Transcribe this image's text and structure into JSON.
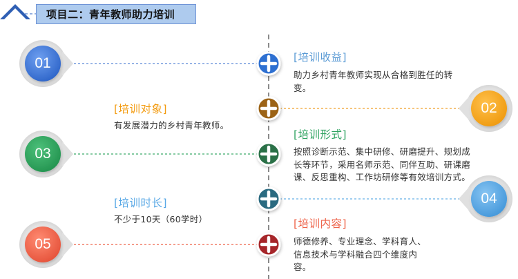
{
  "header": {
    "title": "项目二：青年教师助力培训"
  },
  "items": [
    {
      "number": "01",
      "heading": "[培训收益]",
      "body": "助力乡村青年教师实现从合格到胜任的转变。",
      "color": "#3f78d8",
      "heading_color": "#5b9bd5"
    },
    {
      "number": "02",
      "heading": "[培训对象]",
      "body": "有发展潜力的乡村青年教师。",
      "color": "#f39c12",
      "heading_color": "#f39c12"
    },
    {
      "number": "03",
      "heading": "[培训形式]",
      "body": "按照诊断示范、集中研修、研磨提升、规划成长等环节，采用名师示范、同伴互助、研课磨课、反思重构、工作坊研修等有效培训方式。",
      "color": "#2fa361",
      "heading_color": "#2fa361"
    },
    {
      "number": "04",
      "heading": "[培训时长]",
      "body": "不少于10天（60学时）",
      "color": "#5aa9e6",
      "heading_color": "#5aa9e6"
    },
    {
      "number": "05",
      "heading": "[培训内容]",
      "body": "师德修养、专业理念、学科育人、信息技术与学科融合四个维度内容。",
      "color": "#ee6248",
      "heading_color": "#ee6248"
    }
  ],
  "connector_colors": [
    "#2f6fd1",
    "#9c6413",
    "#2c6f46",
    "#2c6a80",
    "#a6282b"
  ],
  "icons": {
    "plus": "plus-icon",
    "corner": "chevron-up-icon"
  }
}
